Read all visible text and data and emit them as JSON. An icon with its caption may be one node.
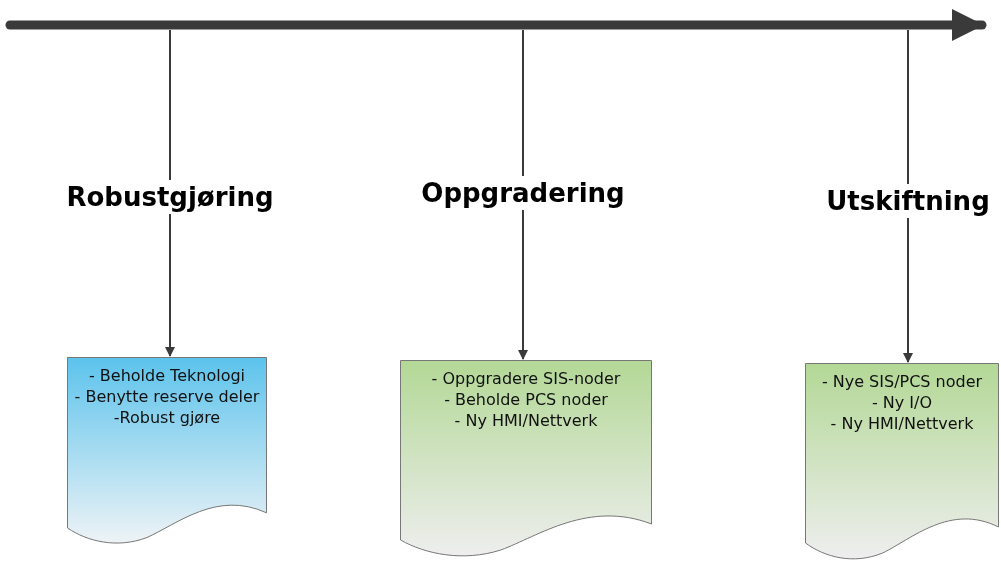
{
  "diagram": {
    "nodes": [
      {
        "text": [
          "- Beholde Teknologi",
          "- Benytte reserve deler",
          "-Robust gjøre"
        ]
      },
      {
        "text": [
          "- Oppgradere SIS-noder",
          "- Beholde PCS noder",
          "- Ny HMI/Nettverk"
        ]
      },
      {
        "text": [
          "- Nye SIS/PCS noder",
          "- Ny I/O",
          "- Ny HMI/Nettverk"
        ]
      }
    ],
    "edges": [
      {
        "from": null,
        "to": 0,
        "arrow": "to",
        "label": "Robustgjøring"
      },
      {
        "from": null,
        "to": 1,
        "arrow": "to",
        "label": "Oppgradering"
      },
      {
        "from": null,
        "to": 2,
        "arrow": "to",
        "label": "Utskiftning"
      }
    ]
  }
}
